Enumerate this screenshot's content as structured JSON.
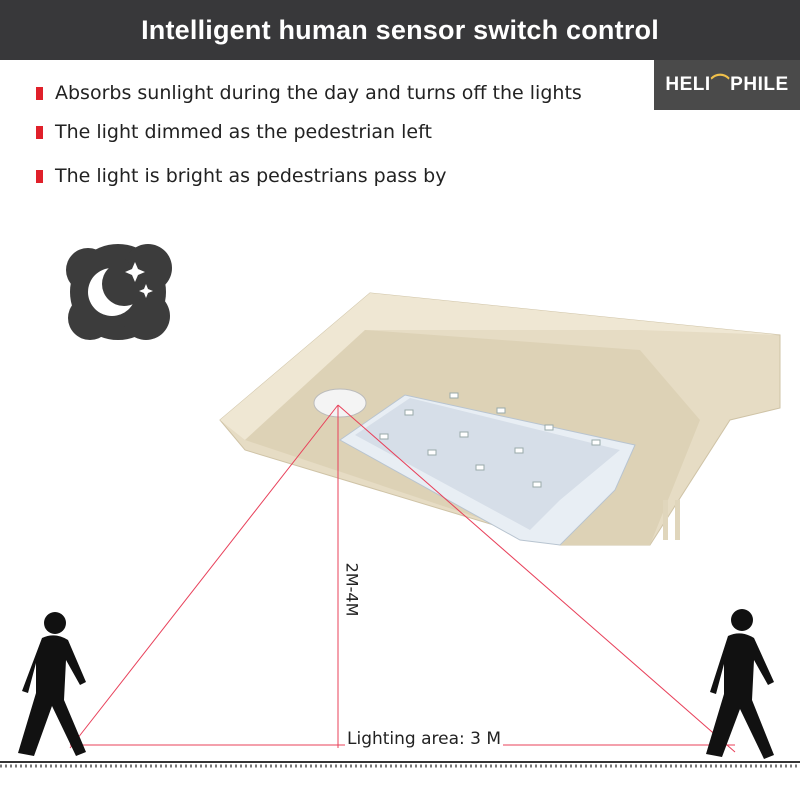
{
  "header": {
    "title": "Intelligent human sensor switch control"
  },
  "logo": {
    "text_left": "HELI",
    "text_mark": "⌒",
    "text_right": "PHILE"
  },
  "features": [
    "Absorbs sunlight during the day and turns off the lights",
    "The light dimmed as the pedestrian left",
    "The light is bright as pedestrians pass by"
  ],
  "diagram": {
    "height_label": "2M-4M",
    "area_label": "Lighting area: 3 M"
  },
  "colors": {
    "banner": "#38383a",
    "bullet": "#e0202a",
    "beam": "#e8405a",
    "lamp": "#e6dcc4"
  }
}
